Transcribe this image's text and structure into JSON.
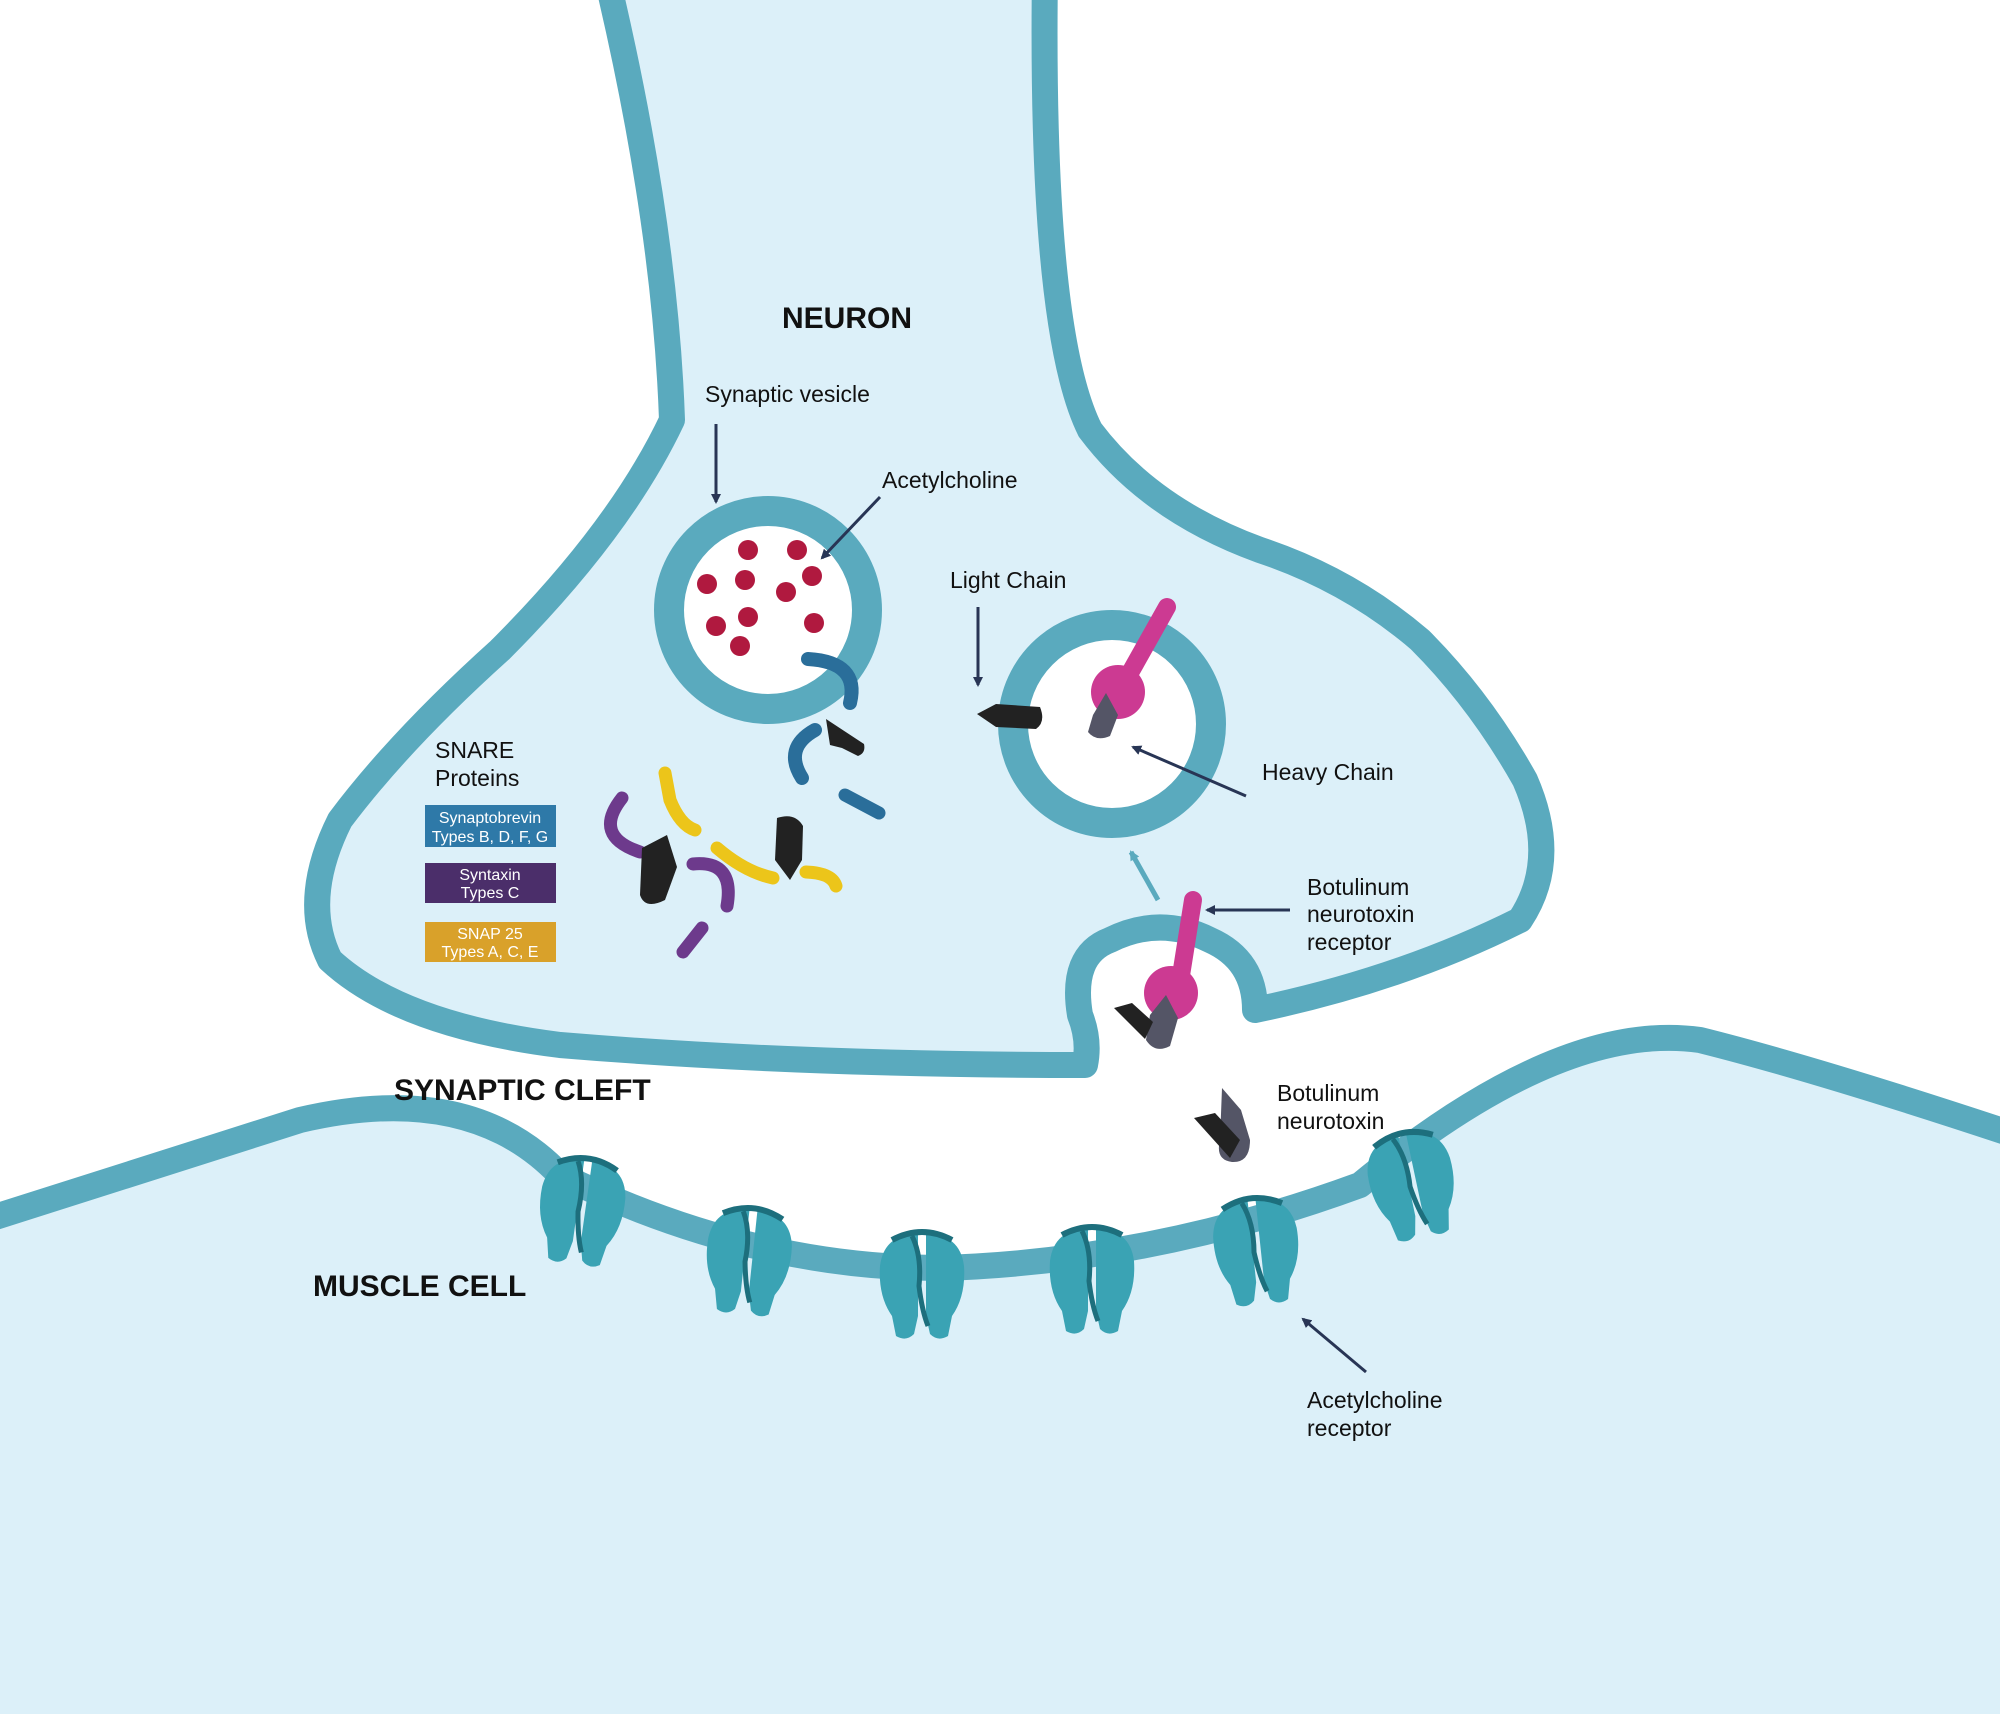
{
  "colors": {
    "membrane": "#5aaabe",
    "cytoplasm": "#dcf0f9",
    "acetylcholine": "#b0193f",
    "synaptobrevin": "#2a6e9a",
    "syntaxin": "#6d3a8c",
    "snap25": "#ecc51a",
    "light_chain": "#222222",
    "heavy_chain": "#545566",
    "receptor": "#cc3a92",
    "ach_receptor": "#3aa3b4",
    "arrow": "#283555"
  },
  "titles": {
    "neuron": "NEURON",
    "synaptic_cleft": "SYNAPTIC CLEFT",
    "muscle_cell": "MUSCLE CELL"
  },
  "labels": {
    "synaptic_vesicle": "Synaptic vesicle",
    "acetylcholine": "Acetylcholine",
    "light_chain": "Light Chain",
    "heavy_chain": "Heavy Chain",
    "bont_receptor": [
      "Botulinum",
      "neurotoxin",
      "receptor"
    ],
    "bont": [
      "Botulinum",
      "neurotoxin"
    ],
    "ach_receptor": [
      "Acetylcholine",
      "receptor"
    ],
    "snare": [
      "SNARE",
      "Proteins"
    ]
  },
  "legend": [
    {
      "line1": "Synaptobrevin",
      "line2": "Types B, D, F, G",
      "color": "#2e79a8"
    },
    {
      "line1": "Syntaxin",
      "line2": "Types C",
      "color": "#4b2e6a"
    },
    {
      "line1": "SNAP 25",
      "line2": "Types A, C, E",
      "color": "#d9a12a"
    }
  ]
}
